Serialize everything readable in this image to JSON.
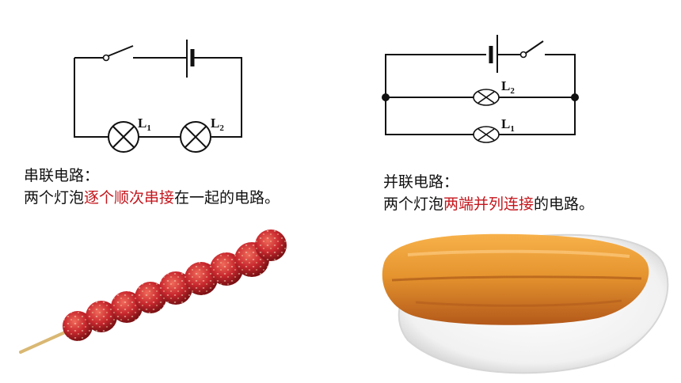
{
  "series_circuit": {
    "lamp1_label": "L",
    "lamp1_sub": "1",
    "lamp2_label": "L",
    "lamp2_sub": "2"
  },
  "parallel_circuit": {
    "lamp1_label": "L",
    "lamp1_sub": "1",
    "lamp2_label": "L",
    "lamp2_sub": "2"
  },
  "series_text": {
    "title": "串联电路：",
    "line_prefix": "两个灯泡",
    "line_highlight": "逐个顺次串接",
    "line_suffix": "在一起的电路。"
  },
  "parallel_text": {
    "title": "并联电路：",
    "line_prefix": "两个灯泡",
    "line_highlight": "两端并列连接",
    "line_suffix": "的电路。"
  },
  "colors": {
    "wire": "#111111",
    "highlight": "#c4161c",
    "haw_red": "#c8282e",
    "dough_orange": "#e6952f"
  },
  "images": {
    "left": "tanghulu-photo",
    "right": "youtiao-photo"
  }
}
